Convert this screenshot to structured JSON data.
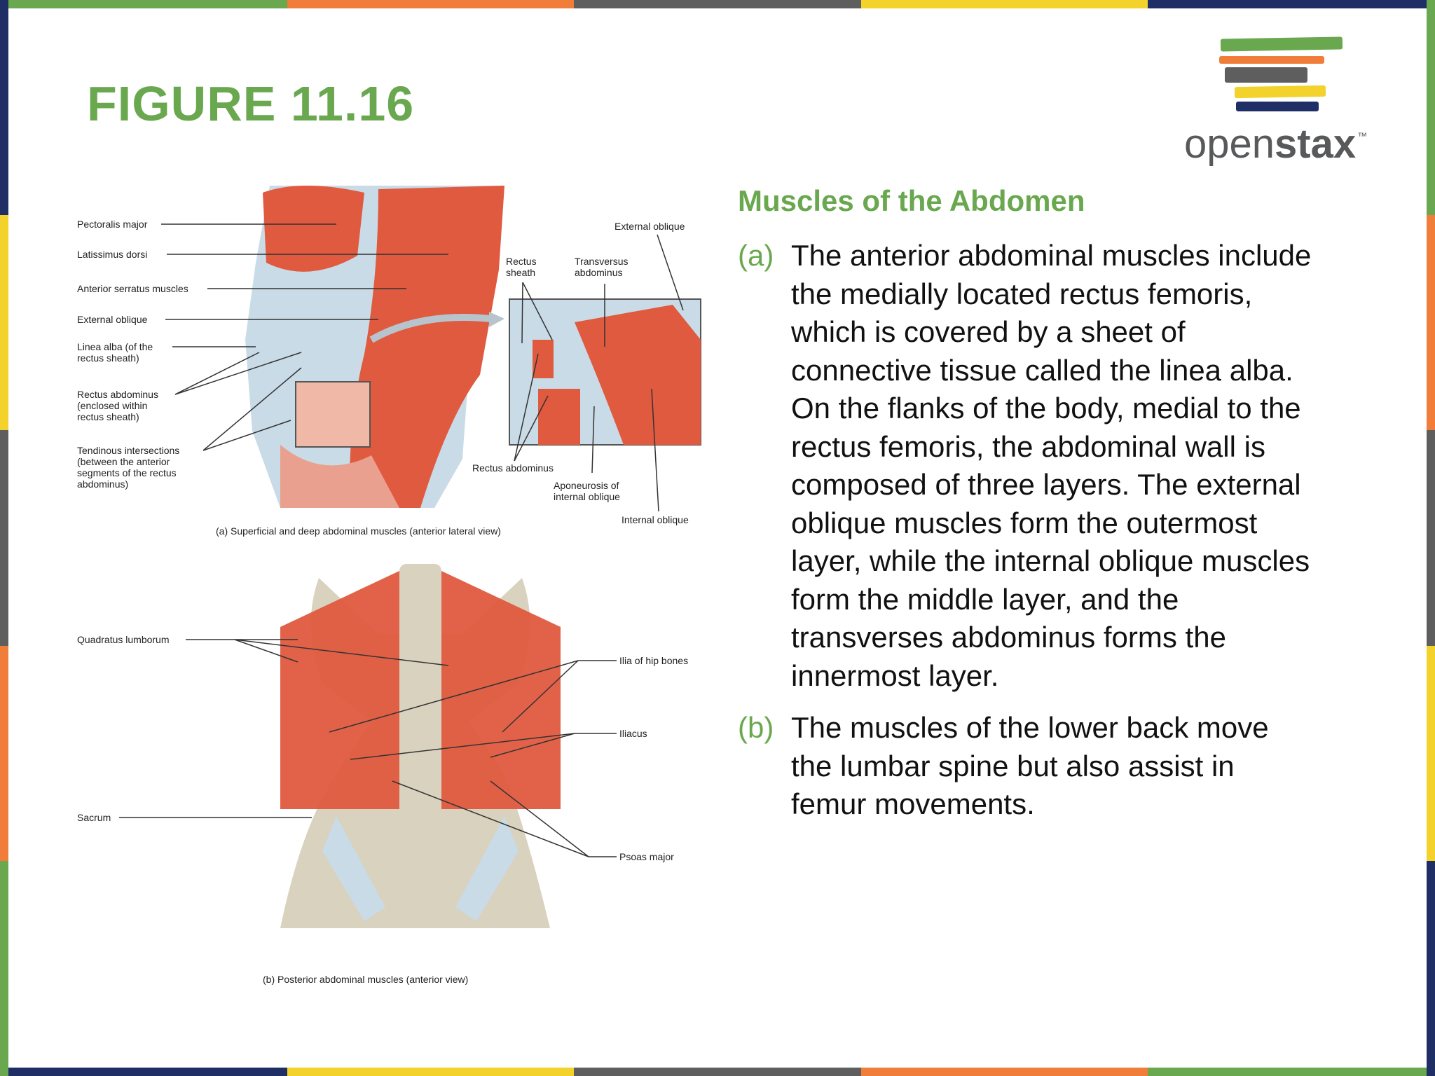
{
  "slide": {
    "title": "FIGURE 11.16",
    "colors": {
      "accent": "#6aa84f",
      "border": [
        "#6aa84f",
        "#f07d3a",
        "#5e5e5e",
        "#f2d22b",
        "#1f2f66"
      ],
      "muscle": "#e05a3f",
      "bone": "#d9d2bf",
      "tendon": "#c9dbe6"
    }
  },
  "logo": {
    "prefix": "open",
    "bold": "stax",
    "tm": "™"
  },
  "figure": {
    "panel_a": {
      "caption": "(a) Superficial and deep abdominal muscles (anterior lateral view)",
      "labels": {
        "pectoralis": "Pectoralis major",
        "latissimus": "Latissimus dorsi",
        "serratus": "Anterior serratus muscles",
        "ext_oblique_left": "External oblique",
        "linea_alba_1": "Linea alba (of the",
        "linea_alba_2": "rectus sheath)",
        "rectus_1": "Rectus abdominus",
        "rectus_2": "(enclosed within",
        "rectus_3": "rectus sheath)",
        "tend_1": "Tendinous intersections",
        "tend_2": "(between the anterior",
        "tend_3": "segments of the rectus",
        "tend_4": "abdominus)",
        "ext_oblique_right": "External oblique",
        "rectus_sheath_1": "Rectus",
        "rectus_sheath_2": "sheath",
        "transversus_1": "Transversus",
        "transversus_2": "abdominus",
        "rectus_abdominus": "Rectus abdominus",
        "aponeurosis_1": "Aponeurosis of",
        "aponeurosis_2": "internal oblique",
        "internal_oblique": "Internal oblique"
      }
    },
    "panel_b": {
      "caption": "(b) Posterior abdominal muscles (anterior view)",
      "labels": {
        "quadratus": "Quadratus lumborum",
        "ilia": "Ilia of hip bones",
        "iliacus": "Iliacus",
        "sacrum": "Sacrum",
        "psoas": "Psoas major"
      }
    }
  },
  "content": {
    "heading": "Muscles of the Abdomen",
    "items": [
      {
        "marker": "(a)",
        "text": "The anterior abdominal muscles include the medially located rectus femoris, which is covered by a sheet of connective tissue called the linea alba. On the flanks of the body, medial to the rectus femoris, the abdominal wall is composed of three layers. The external oblique muscles form the outermost layer, while the internal oblique muscles form the middle layer, and the transverses abdominus forms the innermost layer."
      },
      {
        "marker": "(b)",
        "text": "The muscles of the lower back move the lumbar spine but also assist in femur movements."
      }
    ]
  }
}
